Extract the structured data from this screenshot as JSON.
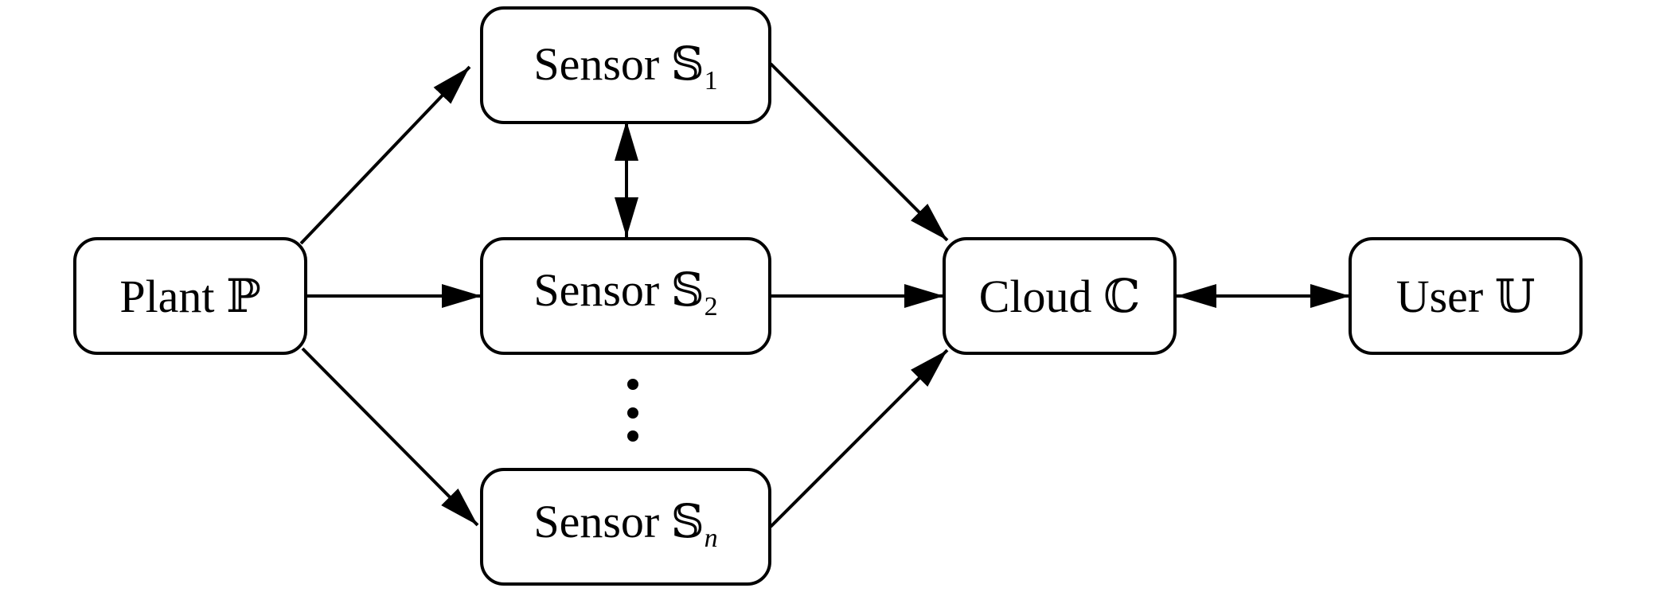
{
  "nodes": {
    "plant": {
      "label": "Plant ",
      "symbol": "ℙ"
    },
    "sensor1": {
      "label": "Sensor ",
      "symbol": "𝕊",
      "subscript": "1"
    },
    "sensor2": {
      "label": "Sensor ",
      "symbol": "𝕊",
      "subscript": "2"
    },
    "sensorn": {
      "label": "Sensor ",
      "symbol": "𝕊",
      "subscript": "n"
    },
    "cloud": {
      "label": "Cloud ",
      "symbol": "ℂ"
    },
    "user": {
      "label": "User ",
      "symbol": "𝕌"
    }
  },
  "edges": [
    {
      "from": "plant",
      "to": "sensor1",
      "direction": "forward"
    },
    {
      "from": "plant",
      "to": "sensor2",
      "direction": "forward"
    },
    {
      "from": "plant",
      "to": "sensorn",
      "direction": "forward"
    },
    {
      "from": "sensor1",
      "to": "sensor2",
      "direction": "both"
    },
    {
      "from": "sensor1",
      "to": "cloud",
      "direction": "forward"
    },
    {
      "from": "sensor2",
      "to": "cloud",
      "direction": "forward"
    },
    {
      "from": "sensorn",
      "to": "cloud",
      "direction": "forward"
    },
    {
      "from": "cloud",
      "to": "user",
      "direction": "both"
    }
  ],
  "colors": {
    "stroke": "#000000",
    "background": "#ffffff"
  }
}
